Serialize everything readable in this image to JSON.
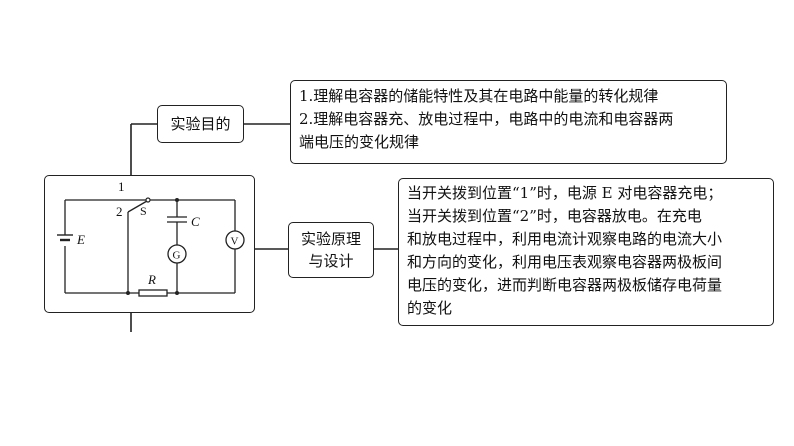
{
  "purpose": {
    "label": "实验目的",
    "lines": [
      "1.理解电容器的储能特性及其在电路中能量的转化规律",
      "2.理解电容器充、放电过程中，电路中的电流和电容器两",
      "端电压的变化规律"
    ]
  },
  "principle": {
    "label_lines": [
      "实验原理",
      "与设计"
    ],
    "lines": [
      "当开关拨到位置“1”时，电源 E 对电容器充电；",
      "当开关拨到位置“2”时，电容器放电。在充电",
      "和放电过程中，利用电流计观察电路的电流大小",
      "和方向的变化，利用电压表观察电容器两极板间",
      "电压的变化，进而判断电容器两极板储存电荷量",
      "的变化"
    ]
  },
  "circuit": {
    "battery": "E",
    "switch_pos1": "1",
    "switch_pos2": "2",
    "switch": "S",
    "capacitor": "C",
    "galvanometer": "G",
    "voltmeter": "V",
    "resistor": "R"
  }
}
